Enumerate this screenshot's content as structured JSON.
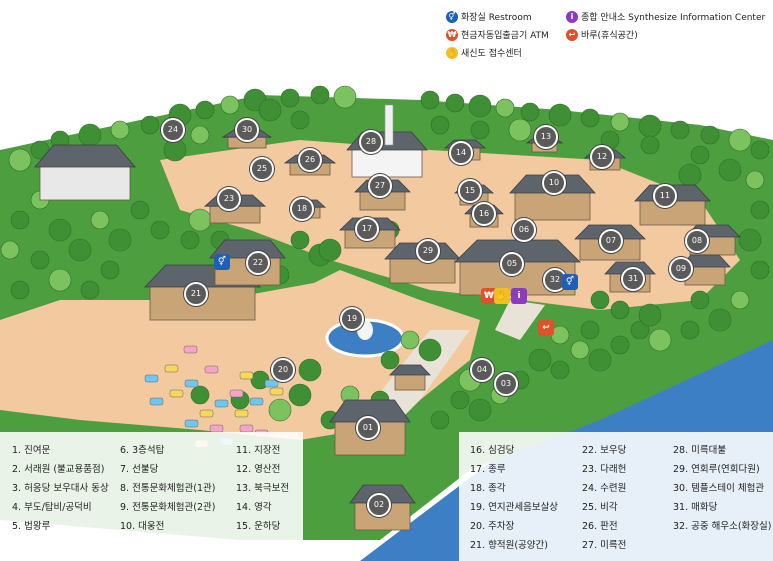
{
  "legend_top": [
    {
      "icon": "restroom-icon",
      "color": "#1f5fb8",
      "glyph": "⚥",
      "label": "화장실 Restroom"
    },
    {
      "icon": "info-center-icon",
      "color": "#8b3bbf",
      "glyph": "i",
      "label": "종합 안내소 Synthesize Information Center"
    },
    {
      "icon": "atm-icon",
      "color": "#e0502a",
      "glyph": "₩",
      "label": "현금자동입출금기 ATM"
    },
    {
      "icon": "rest-area-icon",
      "color": "#e0502a",
      "glyph": "↩",
      "label": "바루(휴식공간)"
    },
    {
      "icon": "reception-icon",
      "color": "#f0c020",
      "glyph": "✋",
      "label": "새신도 접수센터"
    }
  ],
  "legend_list": {
    "col1": [
      "1. 진여문",
      "2. 서래원 (불교용품점)",
      "3. 허응당 보우대사 동상",
      "4. 부도/탑비/공덕비",
      "5. 법왕루"
    ],
    "col2": [
      "6. 3층석탑",
      "7. 선불당",
      "8. 전통문화체험관(1관)",
      "9. 전통문화체험관(2관)",
      "10. 대웅전"
    ],
    "col3": [
      "11. 지장전",
      "12. 영산전",
      "13. 북극보전",
      "14. 영각",
      "15. 운하당"
    ],
    "col4": [
      "16. 심검당",
      "17. 종루",
      "18. 종각",
      "19. 연지관세음보살상",
      "20. 주차장",
      "21. 향적원(공양간)"
    ],
    "col5": [
      "22. 보우당",
      "23. 다래헌",
      "24. 수련원",
      "25. 비각",
      "26. 판전",
      "27. 미륵전"
    ],
    "col6": [
      "28. 미륵대불",
      "29. 연회루(연회다원)",
      "30. 템플스테이 체험관",
      "31. 매화당",
      "32. 공중 해우소(화장실)"
    ]
  },
  "markers": [
    {
      "n": "01"
    },
    {
      "n": "02"
    },
    {
      "n": "03"
    },
    {
      "n": "04"
    },
    {
      "n": "05"
    },
    {
      "n": "06"
    },
    {
      "n": "07"
    },
    {
      "n": "08"
    },
    {
      "n": "09"
    },
    {
      "n": "10"
    },
    {
      "n": "11"
    },
    {
      "n": "12"
    },
    {
      "n": "13"
    },
    {
      "n": "14"
    },
    {
      "n": "15"
    },
    {
      "n": "16"
    },
    {
      "n": "17"
    },
    {
      "n": "18"
    },
    {
      "n": "19"
    },
    {
      "n": "20"
    },
    {
      "n": "21"
    },
    {
      "n": "22"
    },
    {
      "n": "23"
    },
    {
      "n": "24"
    },
    {
      "n": "25"
    },
    {
      "n": "26"
    },
    {
      "n": "27"
    },
    {
      "n": "28"
    },
    {
      "n": "29"
    },
    {
      "n": "30"
    },
    {
      "n": "31"
    },
    {
      "n": "32"
    }
  ],
  "colors": {
    "ground": "#f3c9a0",
    "grass": "#4d9e3e",
    "tree": "#3f8f35",
    "tree_light": "#7cc25f",
    "water": "#3d7fc4",
    "roof": "#5e646b",
    "wall": "#c9a476"
  }
}
